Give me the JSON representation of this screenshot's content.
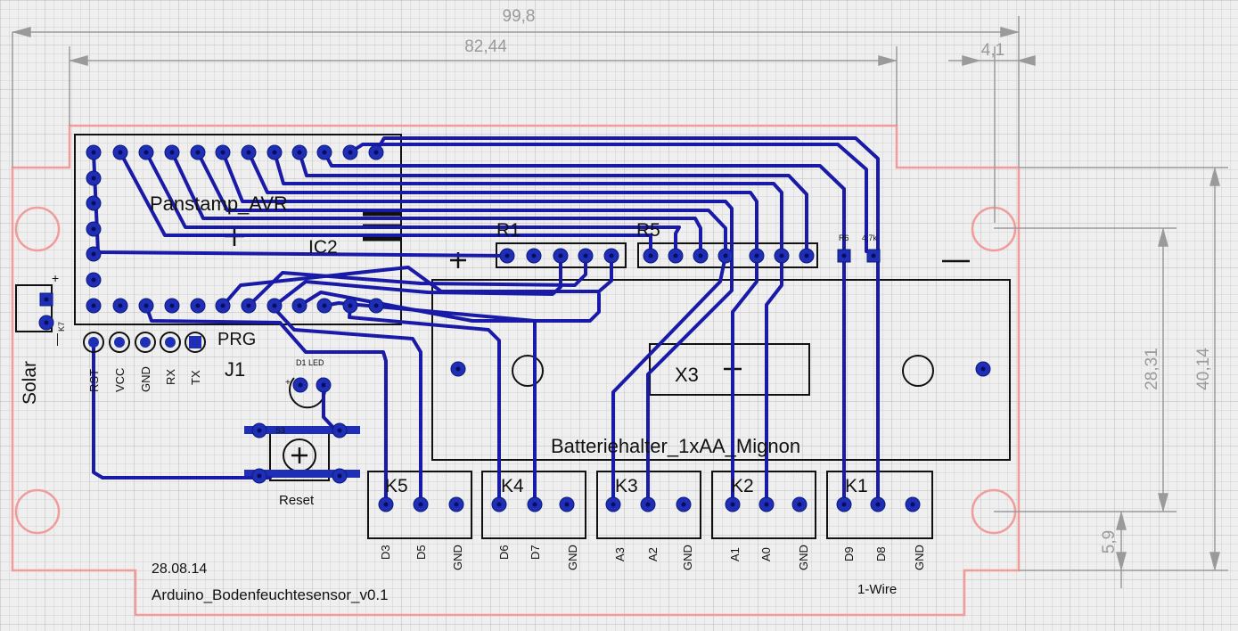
{
  "colors": {
    "background": "#efefef",
    "grid_minor": "#d2d2d2",
    "grid_major": "#b9b9b9",
    "outline": "#f19b9b",
    "trace": "#1a1aa8",
    "pad": "#1e2fb5",
    "silk": "#111111",
    "dimension": "#9a9a9a"
  },
  "dimensions": {
    "total_width": "99,8",
    "inner_width": "82,44",
    "right_offset": "4,1",
    "total_height": "40,14",
    "hole_spacing": "28,31",
    "bottom_offset": "5,9"
  },
  "labels": {
    "module": "Panstamp_AVR",
    "ic": "IC2",
    "r1": "R1",
    "r5": "R5",
    "x3": "X3",
    "battery": "Batteriehalter_1xAA_Mignon",
    "j1": "J1",
    "prg": "PRG",
    "solar": "Solar",
    "reset": "Reset",
    "led": "D1 LED",
    "r6": "R6",
    "r6_value": "4,7k",
    "k7": "K7",
    "s3": "S3",
    "date": "28.08.14",
    "project": "Arduino_Bodenfeuchtesensor_v0.1",
    "one_wire": "1-Wire",
    "plus": "+",
    "minus": "—"
  },
  "header_pins": [
    "RST",
    "VCC",
    "GND",
    "RX",
    "TX"
  ],
  "connectors": [
    {
      "name": "K5",
      "pins": [
        "D3",
        "D5",
        "GND"
      ]
    },
    {
      "name": "K4",
      "pins": [
        "D6",
        "D7",
        "GND"
      ]
    },
    {
      "name": "K3",
      "pins": [
        "A3",
        "A2",
        "GND"
      ]
    },
    {
      "name": "K2",
      "pins": [
        "A1",
        "A0",
        "GND"
      ]
    },
    {
      "name": "K1",
      "pins": [
        "D9",
        "D8",
        "GND"
      ]
    }
  ]
}
